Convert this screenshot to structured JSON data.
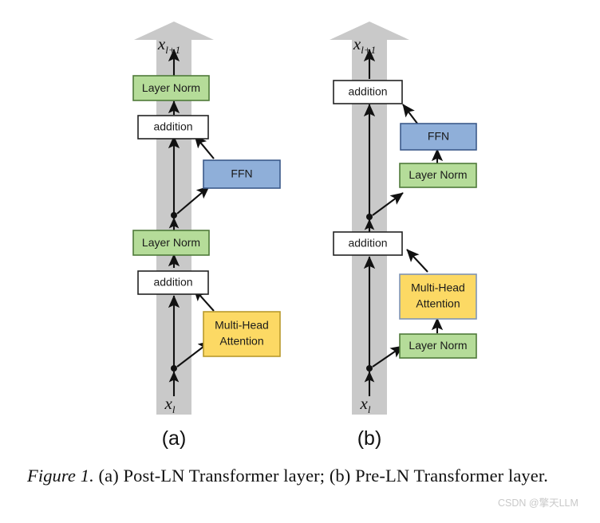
{
  "figure": {
    "caption_figure_number": "Figure 1.",
    "caption_text": " (a) Post-LN Transformer layer; (b) Pre-LN Transformer layer.",
    "watermark": "CSDN @擎天LLM"
  },
  "colors": {
    "layer_norm_fill": "#b5dc99",
    "layer_norm_stroke": "#4f7a3a",
    "ffn_fill": "#8fafd9",
    "ffn_stroke": "#3c5a8a",
    "attention_fill": "#fcd964",
    "attention_stroke": "#b99a2c",
    "addition_fill": "#ffffff",
    "addition_stroke": "#222222",
    "trunk_gray": "#c9c9c9",
    "arrow_black": "#111111"
  },
  "panels": [
    {
      "id": "a",
      "label": "(a)",
      "name": "Post-LN Transformer layer",
      "input_var": "x",
      "input_sub": "l",
      "output_var": "x",
      "output_sub": "l+1",
      "blocks": [
        {
          "key": "layer-norm-top",
          "label": "Layer Norm",
          "type": "layer-norm"
        },
        {
          "key": "addition-top",
          "label": "addition",
          "type": "addition"
        },
        {
          "key": "ffn",
          "label": "FFN",
          "type": "ffn"
        },
        {
          "key": "layer-norm-bottom",
          "label": "Layer Norm",
          "type": "layer-norm"
        },
        {
          "key": "addition-bottom",
          "label": "addition",
          "type": "addition"
        },
        {
          "key": "attention",
          "label": "Multi-Head\nAttention",
          "type": "attention",
          "line1": "Multi-Head",
          "line2": "Attention"
        }
      ]
    },
    {
      "id": "b",
      "label": "(b)",
      "name": "Pre-LN Transformer layer",
      "input_var": "x",
      "input_sub": "l",
      "output_var": "x",
      "output_sub": "l+1",
      "blocks": [
        {
          "key": "addition-top",
          "label": "addition",
          "type": "addition"
        },
        {
          "key": "ffn",
          "label": "FFN",
          "type": "ffn"
        },
        {
          "key": "layer-norm-ffn",
          "label": "Layer Norm",
          "type": "layer-norm"
        },
        {
          "key": "addition-bottom",
          "label": "addition",
          "type": "addition"
        },
        {
          "key": "attention",
          "label": "Multi-Head\nAttention",
          "type": "attention",
          "line1": "Multi-Head",
          "line2": "Attention"
        },
        {
          "key": "layer-norm-attn",
          "label": "Layer Norm",
          "type": "layer-norm"
        }
      ]
    }
  ]
}
